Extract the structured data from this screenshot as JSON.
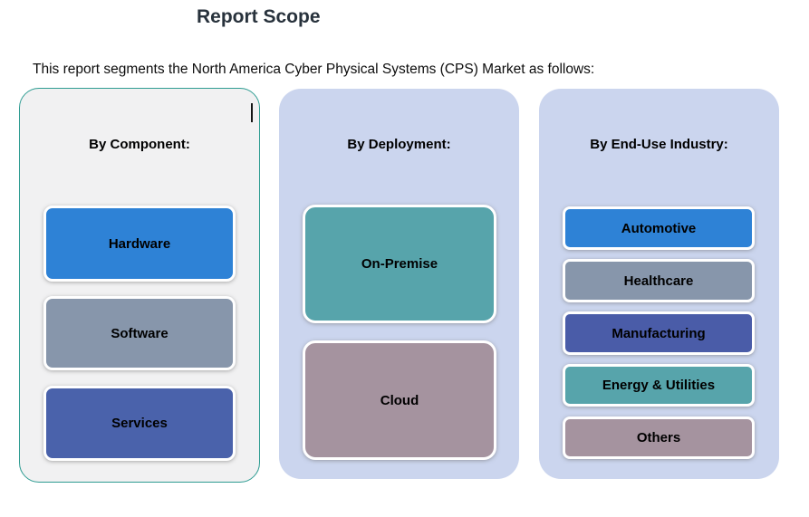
{
  "title": "Report Scope",
  "intro": "This report segments the North America Cyber Physical Systems (CPS) Market as follows:",
  "colors": {
    "title_text": "#28323c",
    "panel_lavender": "#cbd5ee",
    "panel_gray": "#f1f1f2",
    "panel_border_teal": "#2e9c92",
    "box_blue": "#2e82d6",
    "box_gray_blue": "#8796ab",
    "box_indigo": "#4a62ab",
    "box_teal": "#57a4ab",
    "box_mauve": "#a5939f"
  },
  "panels": [
    {
      "header": "By Component:",
      "items": [
        {
          "label": "Hardware",
          "color": "#2e82d6"
        },
        {
          "label": "Software",
          "color": "#8796ab"
        },
        {
          "label": "Services",
          "color": "#4a62ab"
        }
      ]
    },
    {
      "header": "By Deployment:",
      "items": [
        {
          "label": "On-Premise",
          "color": "#57a4ab"
        },
        {
          "label": "Cloud",
          "color": "#a5939f"
        }
      ]
    },
    {
      "header": "By End-Use Industry:",
      "items": [
        {
          "label": "Automotive",
          "color": "#2e82d6"
        },
        {
          "label": "Healthcare",
          "color": "#8796ab"
        },
        {
          "label": "Manufacturing",
          "color": "#4a5ca8"
        },
        {
          "label": "Energy & Utilities",
          "color": "#57a4ab"
        },
        {
          "label": "Others",
          "color": "#a5939f"
        }
      ]
    }
  ]
}
